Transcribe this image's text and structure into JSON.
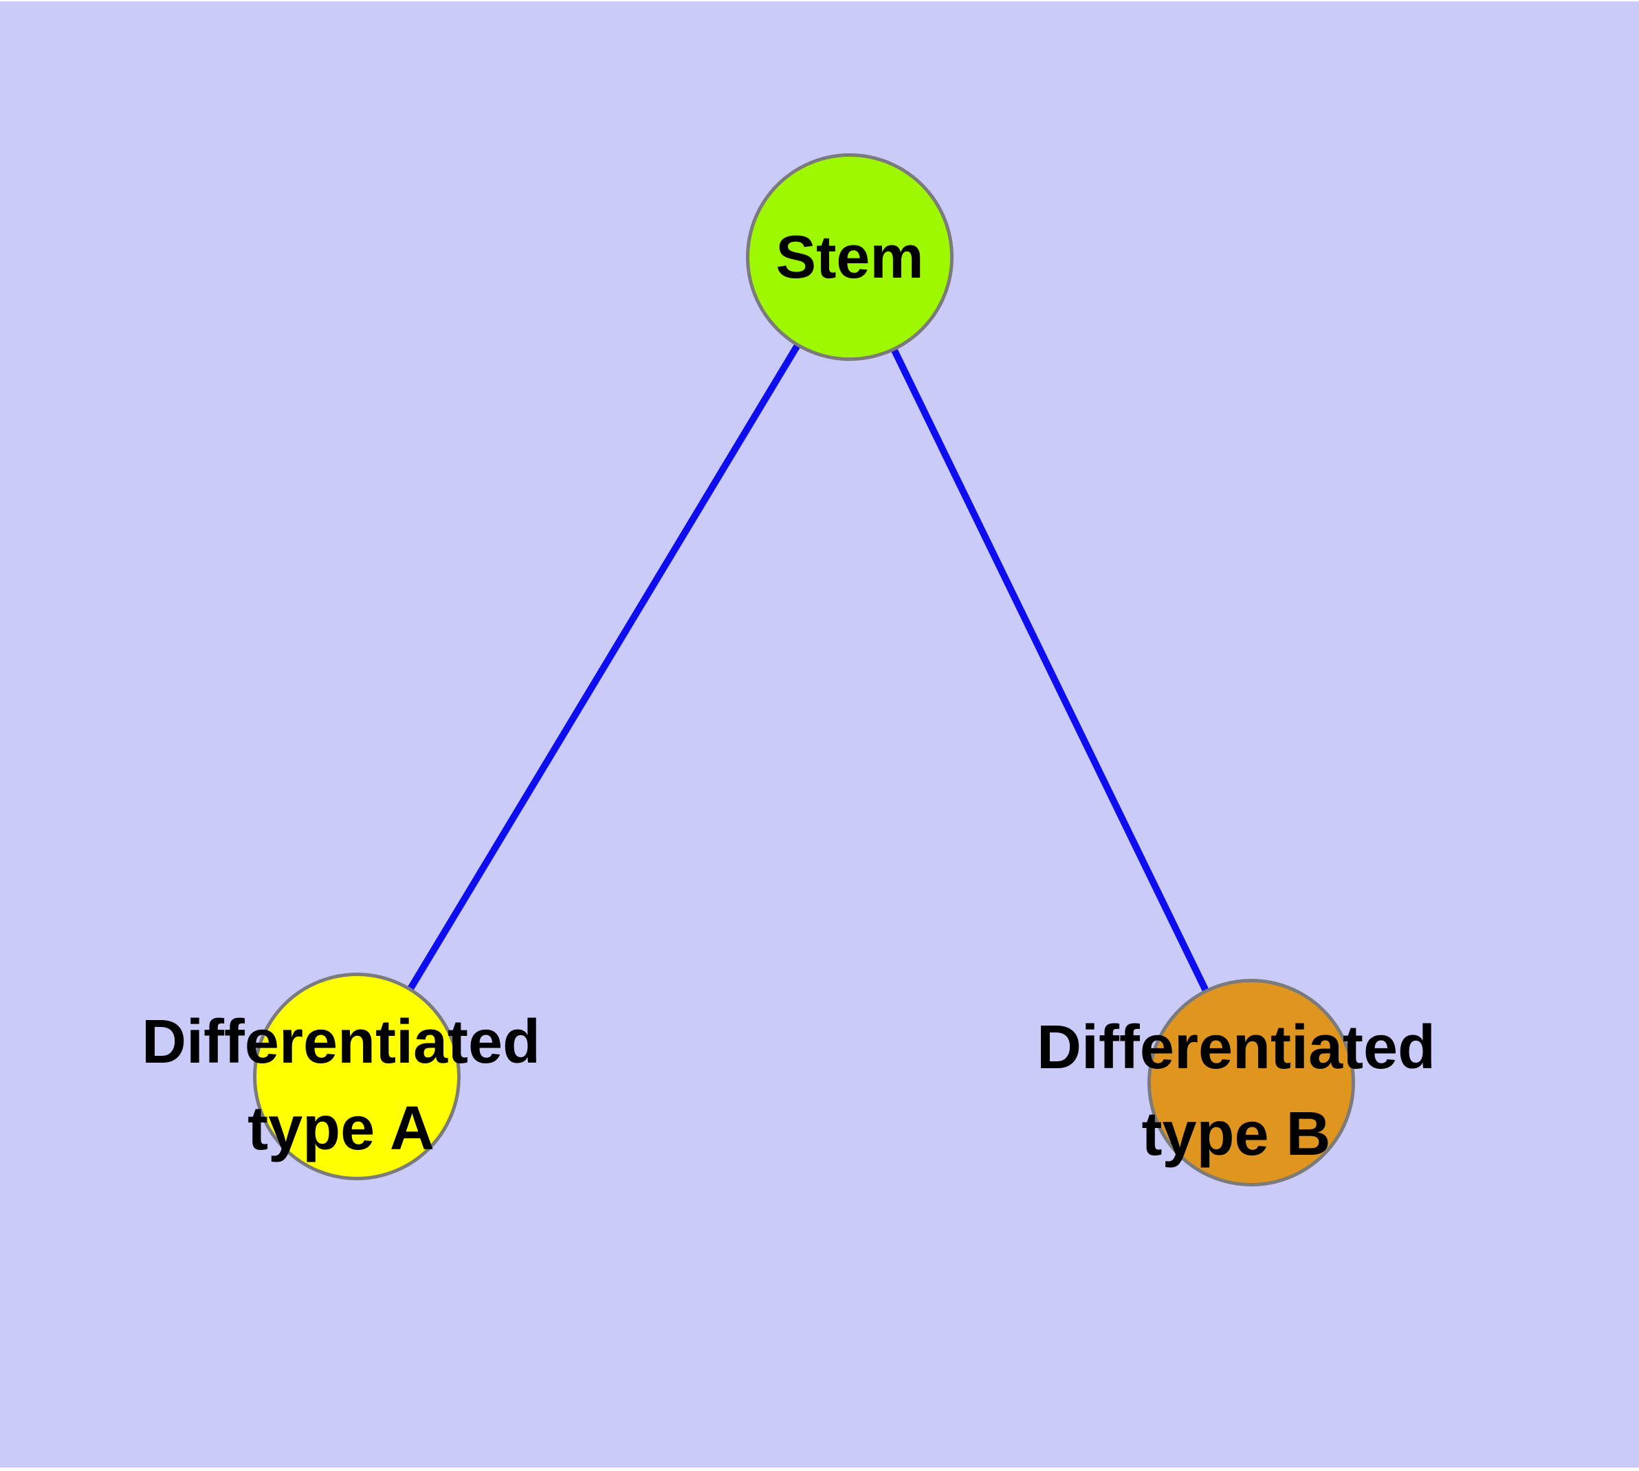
{
  "diagram": {
    "background_color": "#cbcbfa",
    "edge_color": "#0d0df0",
    "node_border_color": "#7b7b7b",
    "nodes": {
      "stem": {
        "label": "Stem",
        "fill": "#9ef900"
      },
      "type_a": {
        "label_line1": "Differentiated",
        "label_line2": "type A",
        "fill": "#ffff00"
      },
      "type_b": {
        "label_line1": "Differentiated",
        "label_line2": "type B",
        "fill": "#e0951e"
      }
    },
    "edges": [
      {
        "from": "stem",
        "to": "type_a"
      },
      {
        "from": "stem",
        "to": "type_b"
      }
    ]
  }
}
